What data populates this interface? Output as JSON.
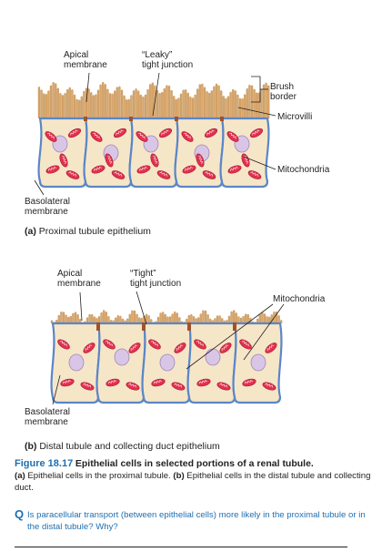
{
  "panel_a": {
    "labels": {
      "apical": "Apical\nmembrane",
      "leaky": "“Leaky”\ntight junction",
      "brush": "Brush\nborder",
      "microvilli": "Microvilli",
      "mitochondria": "Mitochondria",
      "basolateral": "Basolateral\nmembrane"
    },
    "subtitle_letter": "(a)",
    "subtitle_text": " Proximal tubule epithelium"
  },
  "panel_b": {
    "labels": {
      "apical": "Apical\nmembrane",
      "tight": "“Tight”\ntight junction",
      "mitochondria": "Mitochondria",
      "basolateral": "Basolateral\nmembrane"
    },
    "subtitle_letter": "(b)",
    "subtitle_text": " Distal tubule and collecting duct epithelium"
  },
  "caption": {
    "figure_number": "Figure 18.17",
    "title": "Epithelial cells in selected portions of a renal tubule.",
    "part_a_letter": "(a)",
    "part_a": " Epithelial cells in the proximal tubule. ",
    "part_b_letter": "(b)",
    "part_b": " Epithelial cells in the distal tubule and collecting duct."
  },
  "question": {
    "icon": "Q",
    "text": "Is paracellular transport (between epithelial cells) more likely in the proximal tubule or in the distal tubule? Why?"
  },
  "colors": {
    "membrane": "#5a86c9",
    "cytoplasm": "#f6e6c8",
    "mitochondria": "#e0314e",
    "nucleus": "#d9c6e6",
    "microvilli": "#d9a66a",
    "junction": "#a0522d"
  }
}
